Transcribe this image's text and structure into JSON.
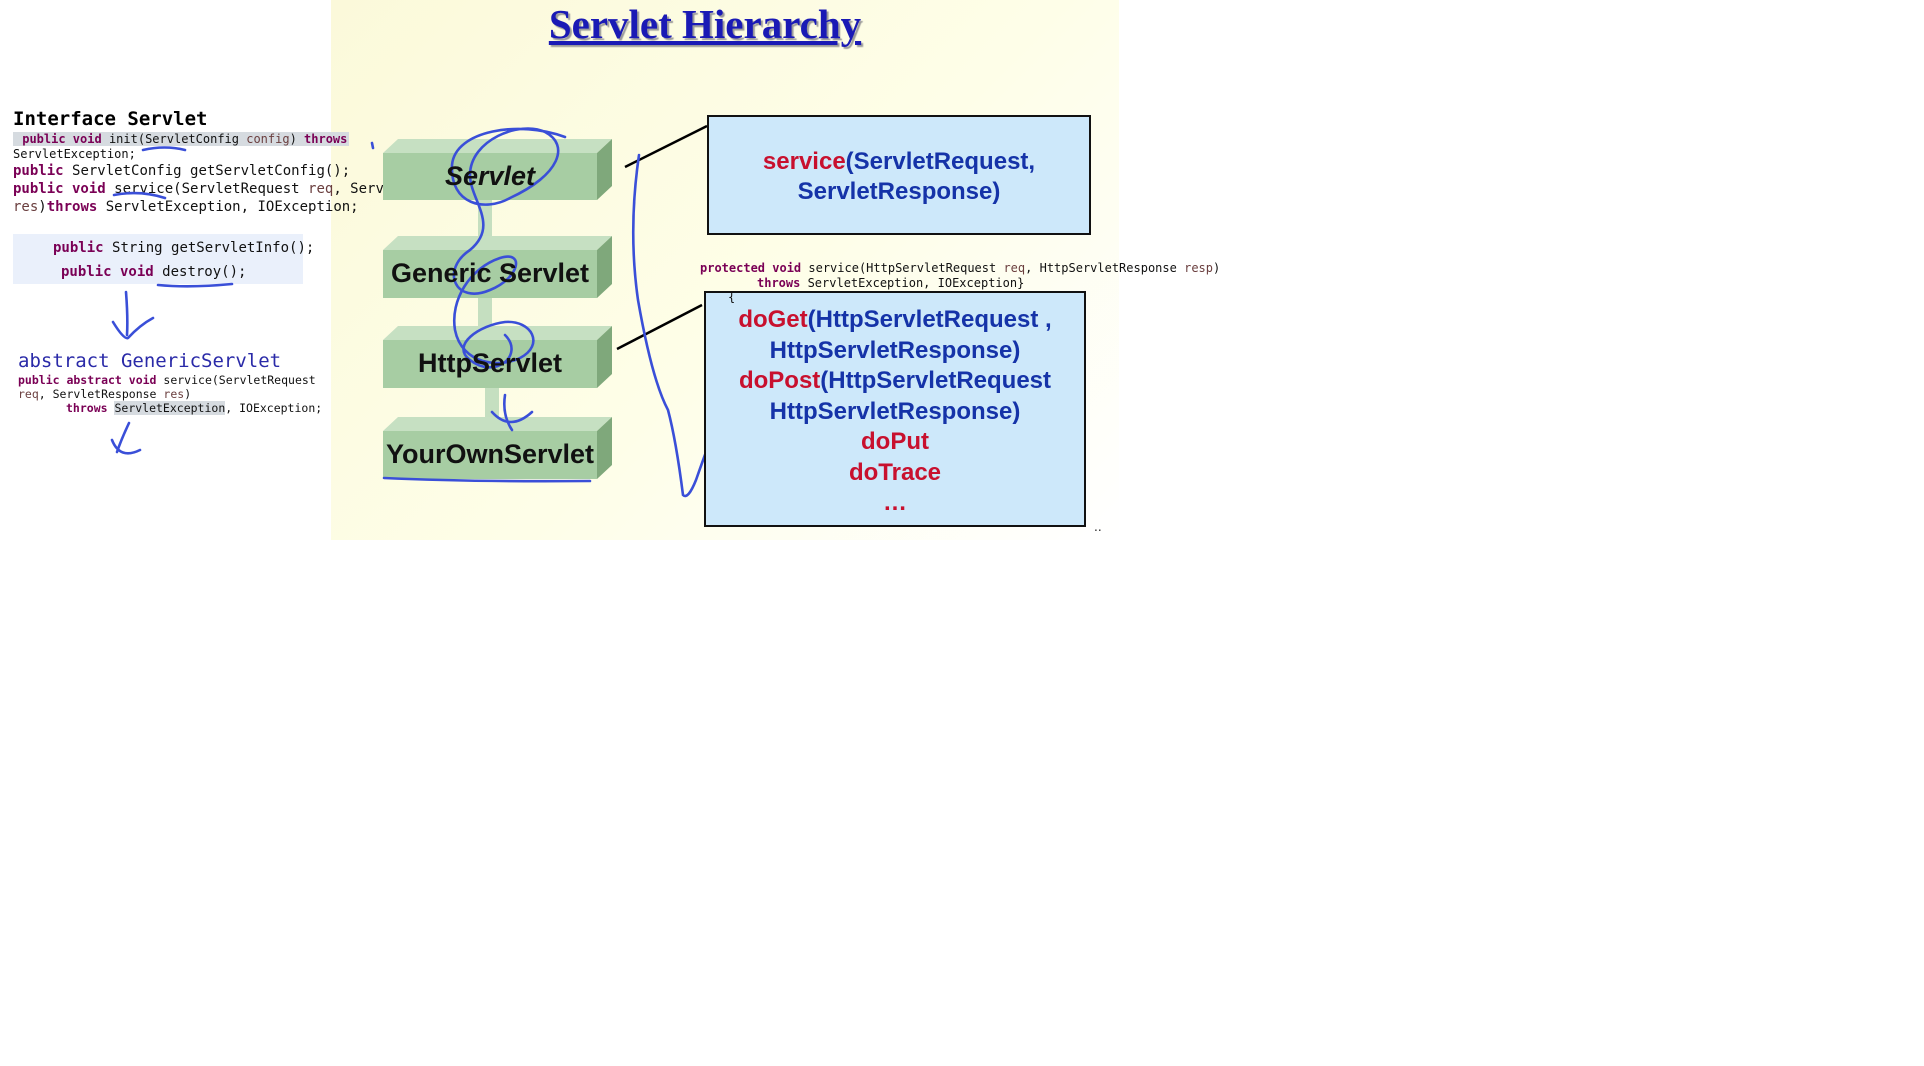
{
  "slide": {
    "title": "Servlet Hierarchy"
  },
  "left_notes": {
    "interface_title": "Interface Servlet",
    "init_line_1": {
      "kw": "public void ",
      "method": "init",
      "paren": "(",
      "type": "ServletConfig",
      "param": " config",
      "close": ") ",
      "kw2": "throws"
    },
    "init_line_2": "ServletException;",
    "getconfig_line": {
      "kw": "public ",
      "rest": "ServletConfig getServletConfig();"
    },
    "service_line_1": {
      "kw": "public void ",
      "method": "service",
      "rest": "(ServletRequest ",
      "param": "req",
      "rest2": ", ServletResponse"
    },
    "service_line_2": {
      "param": "res",
      "close": ")",
      "kw": "throws",
      "rest": " ServletException, IOException;"
    },
    "getinfo_line": {
      "kw": "public ",
      "rest": "String getServletInfo();"
    },
    "destroy_line": {
      "kw": "public void ",
      "rest": "destroy();"
    },
    "abstract_title": "abstract GenericServlet",
    "abstract_line_1": {
      "kw": "public abstract void ",
      "rest": "service(ServletRequest"
    },
    "abstract_line_2": {
      "param": "req",
      "rest": ", ServletResponse ",
      "param2": "res",
      "close": ")"
    },
    "abstract_line_3": {
      "kw": "throws ",
      "type": "ServletException",
      "rest": ", IOException;"
    }
  },
  "hierarchy": {
    "boxes": [
      "Servlet",
      "Generic Servlet",
      "HttpServlet",
      "YourOwnServlet"
    ]
  },
  "service_box": {
    "method": "service",
    "args_line_1": "(ServletRequest,",
    "args_line_2": "ServletResponse)"
  },
  "protected_code": {
    "line_1": {
      "kw": "protected void ",
      "rest": "service(HttpServletRequest ",
      "param": "req",
      "rest2": ", HttpServletResponse ",
      "param2": "resp",
      "close": ")"
    },
    "line_2": {
      "kw": "throws ",
      "rest": "ServletException, IOException}"
    },
    "line_3": "{"
  },
  "http_box": {
    "doget": "doGet",
    "doget_args_1": "(HttpServletRequest ,",
    "doget_args_2": "HttpServletResponse)",
    "dopost": "doPost",
    "dopost_args_1": "(HttpServletRequest",
    "dopost_args_2": "HttpServletResponse)",
    "doput": "doPut",
    "dotrace": "doTrace",
    "ellipsis": "…"
  },
  "footer_dots": "..",
  "colors": {
    "box_green": "#a7cda3",
    "box_blue": "#cde8fa",
    "method_red": "#c8102e",
    "text_blue": "#1533a8",
    "ink": "#3a4fd8"
  }
}
